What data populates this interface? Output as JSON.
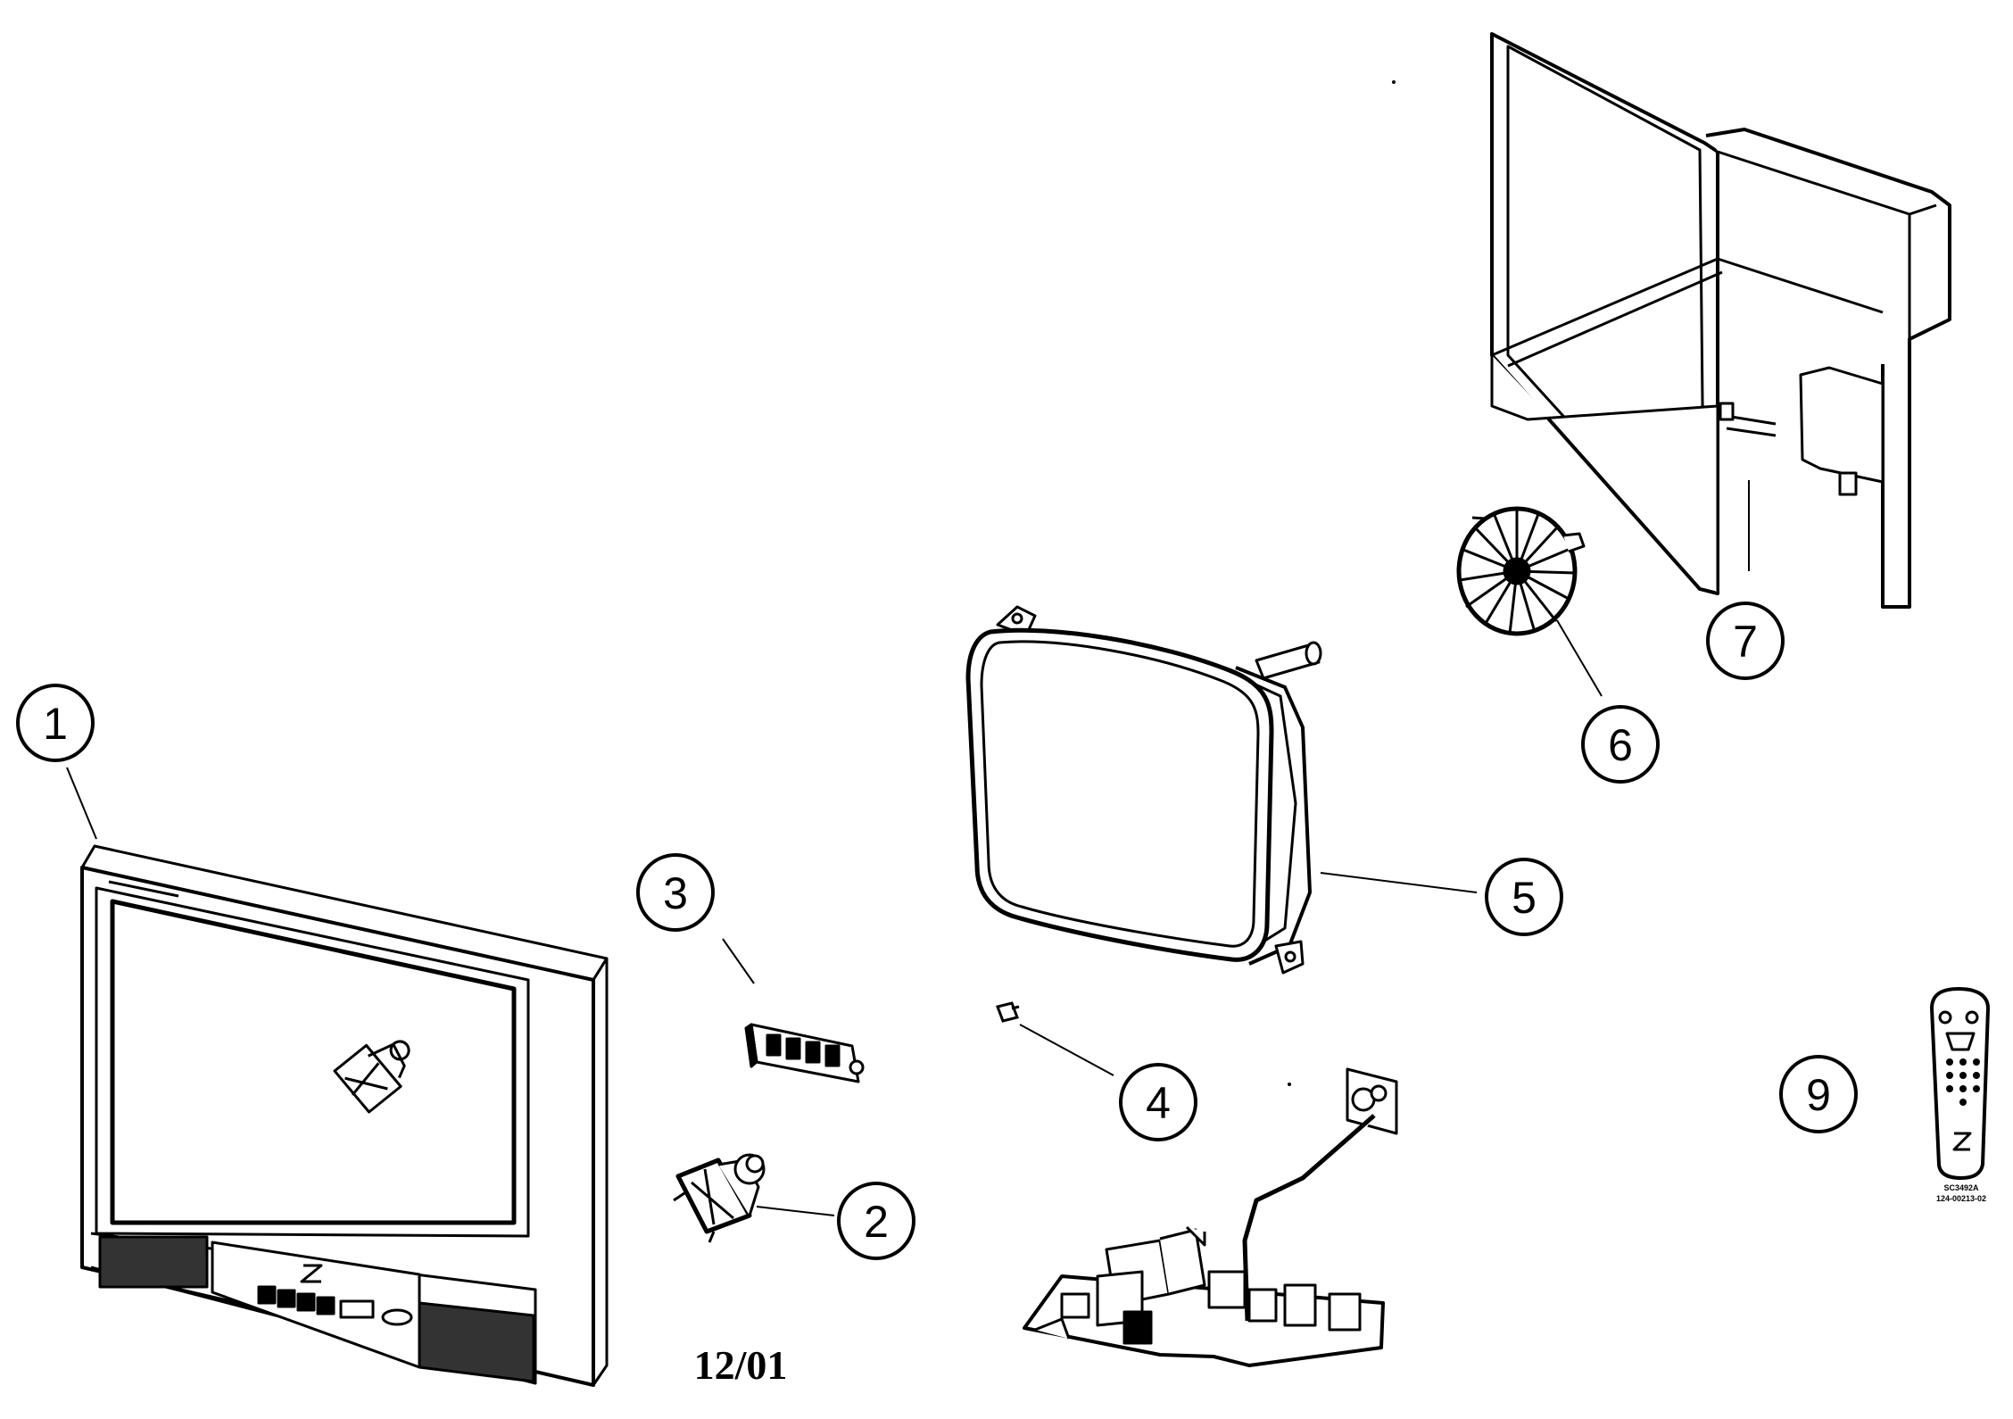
{
  "diagram": {
    "date_code": "12/01",
    "remote_model": "SC3492A",
    "remote_part_number": "124-00213-02",
    "callouts": [
      {
        "id": "1",
        "label": "1"
      },
      {
        "id": "2",
        "label": "2"
      },
      {
        "id": "3",
        "label": "3"
      },
      {
        "id": "4",
        "label": "4"
      },
      {
        "id": "5",
        "label": "5"
      },
      {
        "id": "6",
        "label": "6"
      },
      {
        "id": "7",
        "label": "7"
      },
      {
        "id": "9",
        "label": "9"
      }
    ]
  }
}
